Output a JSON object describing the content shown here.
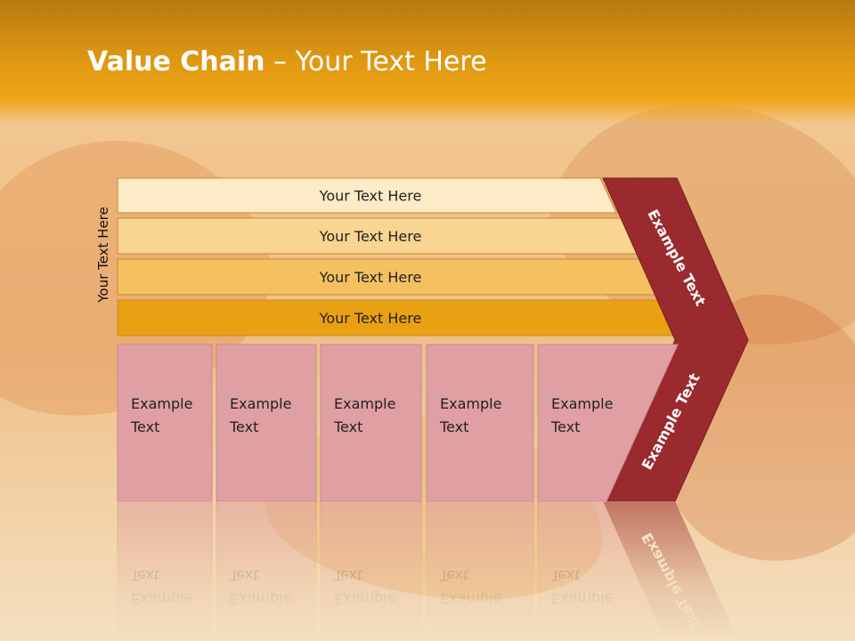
{
  "title": {
    "bold": "Value Chain",
    "rest": " – Your Text Here"
  },
  "side_label": "Your Text Here",
  "bars": [
    {
      "label": "Your Text Here",
      "color": "#fcebc6"
    },
    {
      "label": "Your Text Here",
      "color": "#f8d590"
    },
    {
      "label": "Your Text Here",
      "color": "#f4c060"
    },
    {
      "label": "Your Text Here",
      "color": "#e9a012"
    }
  ],
  "boxes": [
    {
      "line1": "Example",
      "line2": "Text"
    },
    {
      "line1": "Example",
      "line2": "Text"
    },
    {
      "line1": "Example",
      "line2": "Text"
    },
    {
      "line1": "Example",
      "line2": "Text"
    },
    {
      "line1": "Example",
      "line2": "Text"
    }
  ],
  "box_color": "#e09fa2",
  "arrow_color": "#9a2a2e",
  "arrow_upper_label": "Example Text",
  "arrow_lower_label": "Example Text"
}
